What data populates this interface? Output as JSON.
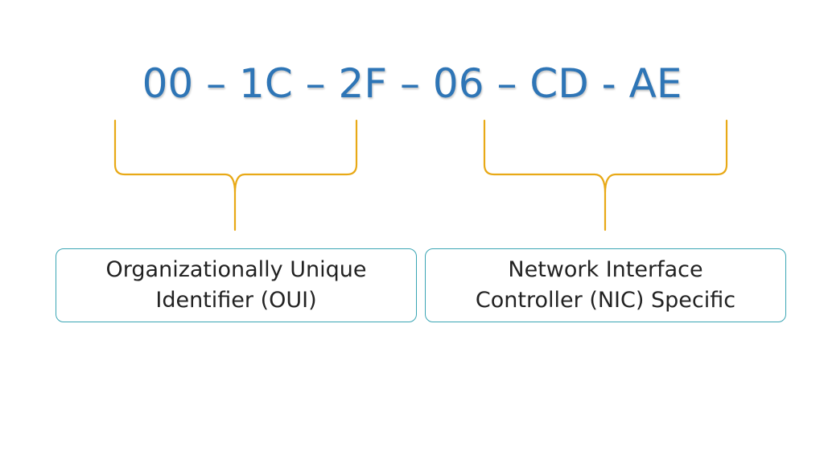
{
  "address": {
    "segments": [
      "00",
      "1C",
      "2F",
      "06",
      "CD",
      "AE"
    ],
    "separators": [
      " – ",
      " – ",
      " – ",
      " – ",
      " - "
    ]
  },
  "labels": {
    "oui": {
      "line1": "Organizationally Unique",
      "line2": "Identifier (OUI)"
    },
    "nic": {
      "line1": "Network Interface",
      "line2": "Controller (NIC) Specific"
    }
  },
  "colors": {
    "address_text": "#2e75b6",
    "brace": "#e8a916",
    "box_border": "#3aa5b4",
    "label_text": "#222222"
  }
}
